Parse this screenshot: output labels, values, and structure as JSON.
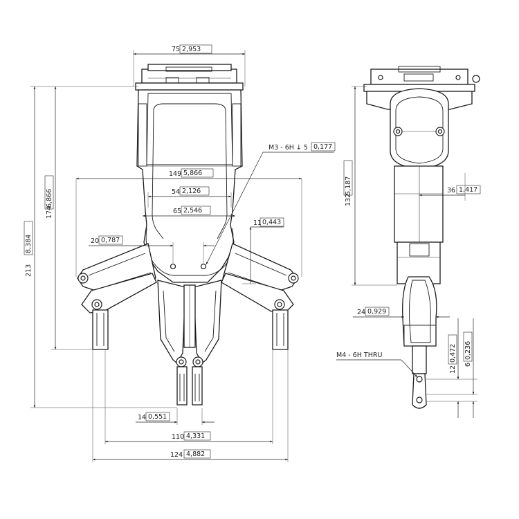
{
  "front_view": {
    "dim_width_top": "75",
    "dim_width_top_in": "2,953",
    "dim_height_total": "213",
    "dim_height_total_in": "8,384",
    "dim_height_mid": "174",
    "dim_height_mid_in": "6,866",
    "dim_149": "149",
    "dim_149_in": "5,866",
    "dim_54": "54",
    "dim_54_in": "2,126",
    "dim_65": "65",
    "dim_65_in": "2,546",
    "dim_20": "20",
    "dim_20_in": "0,787",
    "dim_11": "11",
    "dim_11_in": "0,443",
    "callout_m3": "M3 - 6H ↓ 5",
    "callout_m3_in": "0,177",
    "dim_14": "14",
    "dim_14_in": "0,551",
    "dim_110": "110",
    "dim_110_in": "4,331",
    "dim_124": "124",
    "dim_124_in": "4,882"
  },
  "side_view": {
    "dim_132": "132",
    "dim_132_in": "5,187",
    "dim_36": "36",
    "dim_36_in": "1,417",
    "dim_24": "24",
    "dim_24_in": "0,929",
    "callout_m4": "M4 - 6H THRU",
    "dim_12": "12",
    "dim_12_in": "0,472",
    "dim_6": "6",
    "dim_6_in": "0,236"
  }
}
